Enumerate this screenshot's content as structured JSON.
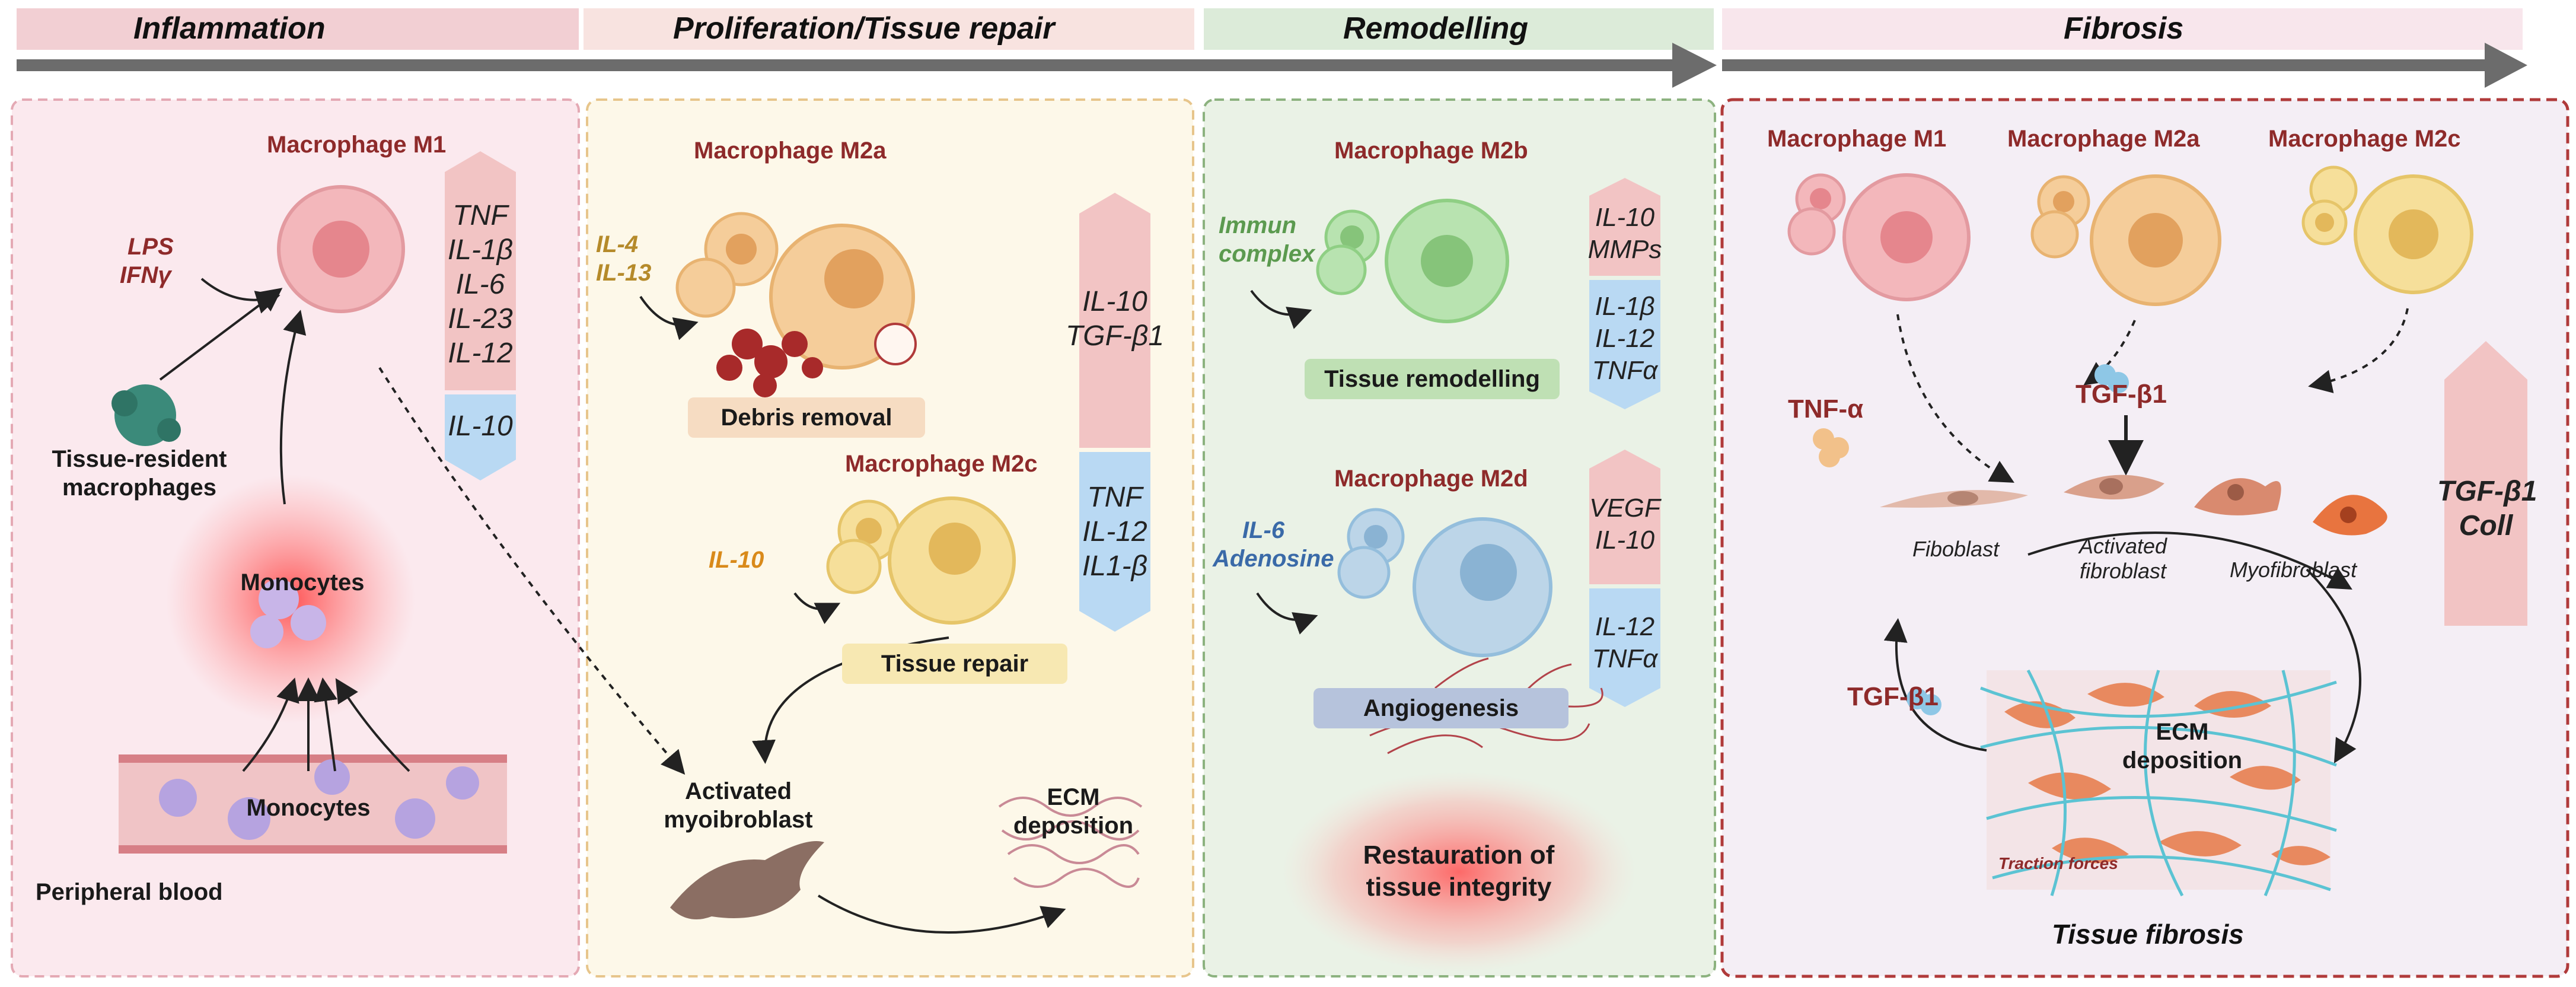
{
  "stages": [
    {
      "label": "Inflammation",
      "color": "#f2cfd3"
    },
    {
      "label": "Proliferation/Tissue repair",
      "color": "#f7e2df"
    },
    {
      "label": "Remodelling",
      "color": "#dcebd9"
    },
    {
      "label": "Fibrosis",
      "color": "#f7e4ea"
    }
  ],
  "inflammation": {
    "macrophage_title": "Macrophage M1",
    "stimuli": [
      "LPS",
      "IFNγ"
    ],
    "cytokines_up": [
      "TNF",
      "IL-1β",
      "IL-6",
      "IL-23",
      "IL-12"
    ],
    "cytokines_down": [
      "IL-10"
    ],
    "tissue_resident": [
      "Tissue-resident",
      "macrophages"
    ],
    "monocytes_top": "Monocytes",
    "monocytes_vessel": "Monocytes",
    "peripheral_blood": "Peripheral blood"
  },
  "proliferation": {
    "m2a_title": "Macrophage M2a",
    "m2a_stimuli": [
      "IL-4",
      "IL-13"
    ],
    "debris_removal": "Debris removal",
    "cytokines_up": [
      "IL-10",
      "TGF-β1"
    ],
    "cytokines_down": [
      "TNF",
      "IL-12",
      "IL1-β"
    ],
    "m2c_title": "Macrophage M2c",
    "m2c_stimulus": "IL-10",
    "tissue_repair": "Tissue repair",
    "activated": [
      "Activated",
      "myoibroblast"
    ],
    "ecm": [
      "ECM",
      "deposition"
    ]
  },
  "remodelling": {
    "m2b_title": "Macrophage M2b",
    "m2b_stimulus": [
      "Immun",
      "complex"
    ],
    "m2b_up": [
      "IL-10",
      "MMPs"
    ],
    "m2b_down": [
      "IL-1β",
      "IL-12",
      "TNFα"
    ],
    "tissue_remodelling": "Tissue remodelling",
    "m2d_title": "Macrophage M2d",
    "m2d_stimulus": [
      "IL-6",
      "Adenosine"
    ],
    "m2d_up": [
      "VEGF",
      "IL-10"
    ],
    "m2d_down": [
      "IL-12",
      "TNFα"
    ],
    "angiogenesis": "Angiogenesis",
    "restauration": [
      "Restauration of",
      "tissue integrity"
    ]
  },
  "fibrosis": {
    "m1_title": "Macrophage M1",
    "m2a_title": "Macrophage M2a",
    "m2c_title": "Macrophage M2c",
    "tnf": "TNF-α",
    "tgf_top": "TGF-β1",
    "tgf_bottom": "TGF-β1",
    "cytokines": [
      "TGF-β1",
      "Coll"
    ],
    "fiboblast": "Fiboblast",
    "activated_fibroblast": [
      "Activated",
      "fibroblast"
    ],
    "myofibroblast": "Myofibroblast",
    "ecm": [
      "ECM",
      "deposition"
    ],
    "traction": "Traction forces",
    "tissue_fibrosis": "Tissue fibrosis"
  },
  "colors": {
    "m1": "#f3b7bb",
    "m2a": "#f5cd9a",
    "m2c": "#f6df9a",
    "m2b": "#b8e3b0",
    "m2d": "#bcd5e8",
    "up_arrow": "#f2c4c4",
    "down_arrow": "#b9d9f3",
    "dark_red": "#8e2a2a"
  }
}
